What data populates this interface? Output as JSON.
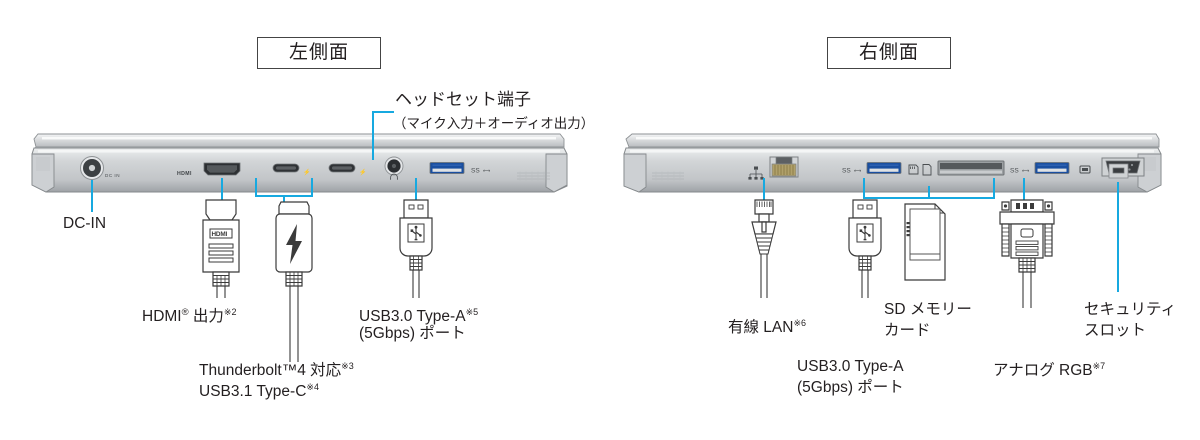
{
  "diagram": {
    "kind": "laptop-port-layout",
    "accent_color": "#17a9e0",
    "outline_color": "#3b3b3b",
    "background": "#ffffff"
  },
  "sections": [
    {
      "id": "left",
      "title": "左側面"
    },
    {
      "id": "right",
      "title": "右側面"
    }
  ],
  "left_side": {
    "title": "左側面",
    "callouts": {
      "headset": {
        "line1": "ヘッドセット端子",
        "line2": "（マイク入力＋オーディオ出力）"
      },
      "dc_in": "DC-IN",
      "hdmi": {
        "text": "HDMI",
        "registered": "®",
        "suffix": " 出力",
        "note": "※2"
      },
      "thunderbolt": {
        "line1_text": "Thunderbolt™4 対応",
        "line1_note": "※3",
        "line2_text": "USB3.1 Type-C",
        "line2_note": "※4"
      },
      "usb_a": {
        "line1_text": "USB3.0 Type-A",
        "line1_note": "※5",
        "line2_text": "(5Gbps) ポート"
      }
    },
    "port_markings": {
      "dc_in": "DC IN",
      "hdmi": "HDMI",
      "usb_ss": "SS←→",
      "headphone_icon": "headphone-icon"
    },
    "ports": [
      {
        "name": "dc-in-jack",
        "type": "barrel",
        "label": "DC-IN"
      },
      {
        "name": "hdmi-port",
        "type": "hdmi",
        "label": "HDMI 出力"
      },
      {
        "name": "usb-c-port-1",
        "type": "usb-c",
        "label": "Thunderbolt™4 / USB3.1 Type-C"
      },
      {
        "name": "usb-c-port-2",
        "type": "usb-c",
        "label": "Thunderbolt™4 / USB3.1 Type-C"
      },
      {
        "name": "headset-jack",
        "type": "audio",
        "label": "ヘッドセット端子"
      },
      {
        "name": "usb-a-port",
        "type": "usb-a-ss",
        "label": "USB3.0 Type-A (5Gbps) ポート"
      }
    ],
    "connectors": [
      {
        "name": "hdmi-connector",
        "icon": "hdmi-logo-icon"
      },
      {
        "name": "thunderbolt-connector",
        "icon": "lightning-bolt-icon"
      },
      {
        "name": "usb-a-connector",
        "icon": "usb-trident-icon"
      }
    ]
  },
  "right_side": {
    "title": "右側面",
    "callouts": {
      "lan": {
        "text": "有線 LAN",
        "note": "※6"
      },
      "usb_a": {
        "line1_text": "USB3.0 Type-A",
        "line2_text": "(5Gbps) ポート"
      },
      "sd": {
        "line1": "SD メモリー",
        "line2": "カード"
      },
      "rgb": {
        "text": "アナログ RGB",
        "note": "※7"
      },
      "security": {
        "line1": "セキュリティ",
        "line2": "スロット"
      }
    },
    "port_markings": {
      "lan": "lan-icon",
      "usb_ss": "SS←→",
      "sd_icon": "sd-card-icon",
      "rgb_icon": "display-icon"
    },
    "ports": [
      {
        "name": "lan-port",
        "type": "rj45",
        "label": "有線 LAN"
      },
      {
        "name": "usb-a-port-1",
        "type": "usb-a-ss",
        "label": "USB3.0 Type-A (5Gbps) ポート"
      },
      {
        "name": "sd-card-slot",
        "type": "sd",
        "label": "SD メモリーカード"
      },
      {
        "name": "usb-a-port-2",
        "type": "usb-a-ss",
        "label": "USB3.0 Type-A (5Gbps) ポート"
      },
      {
        "name": "analog-rgb-port",
        "type": "vga",
        "label": "アナログ RGB"
      },
      {
        "name": "security-slot",
        "type": "lock",
        "label": "セキュリティスロット"
      }
    ],
    "connectors": [
      {
        "name": "lan-connector",
        "icon": "rj45-plug-icon"
      },
      {
        "name": "usb-a-connector",
        "icon": "usb-trident-icon"
      },
      {
        "name": "sd-card",
        "icon": "sd-card-icon"
      },
      {
        "name": "vga-connector",
        "icon": "dsub-plug-icon"
      }
    ]
  }
}
